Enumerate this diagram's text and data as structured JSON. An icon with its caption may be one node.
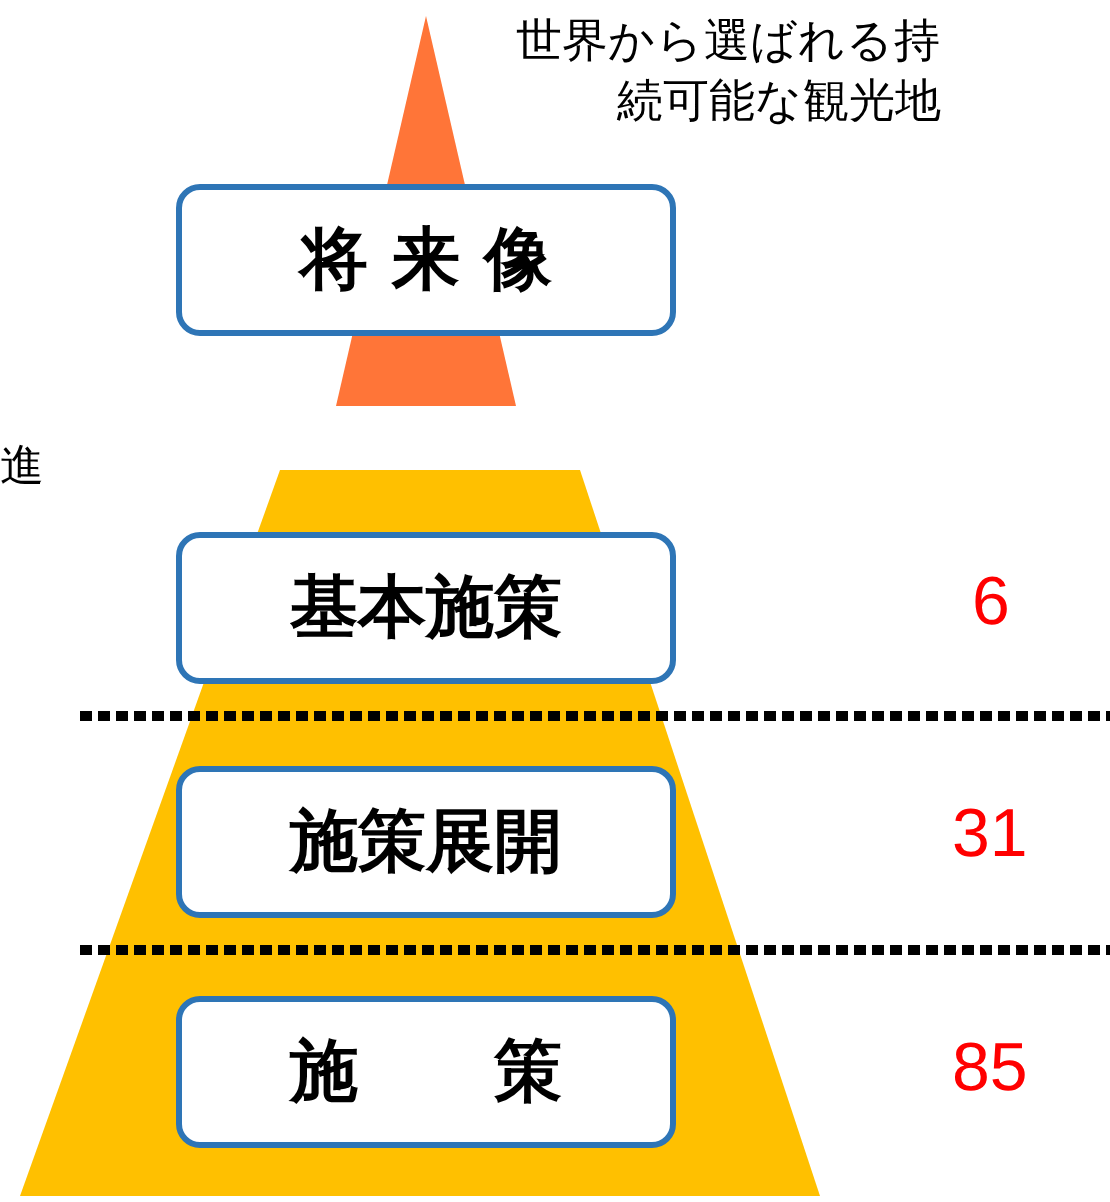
{
  "diagram": {
    "nodes": [
      {
        "text": [
          "将 来 像"
        ]
      },
      {
        "text": [
          "基本施策"
        ]
      },
      {
        "text": [
          "施策展開"
        ]
      },
      {
        "text": [
          "施　　策"
        ]
      }
    ],
    "labels": [
      "世界から選ばれる持続可能な観光地",
      "進",
      "6",
      "31",
      "85"
    ]
  }
}
